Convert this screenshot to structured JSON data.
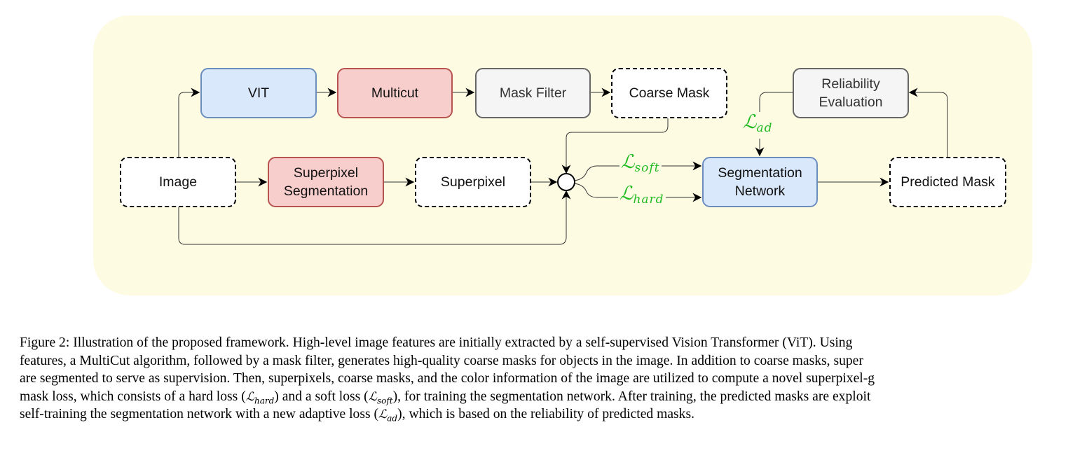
{
  "diagram": {
    "nodes": {
      "vit": "VIT",
      "multicut": "Multicut",
      "mask_filter": "Mask Filter",
      "coarse_mask": "Coarse Mask",
      "reliability": "Reliability\nEvaluation",
      "image": "Image",
      "superpixel_seg": "Superpixel\nSegmentation",
      "superpixel": "Superpixel",
      "seg_network": "Segmentation\nNetwork",
      "predicted_mask": "Predicted Mask"
    },
    "losses": {
      "ad": {
        "symbol": "ℒ",
        "sub": "ad"
      },
      "soft": {
        "symbol": "ℒ",
        "sub": "soft"
      },
      "hard": {
        "symbol": "ℒ",
        "sub": "hard"
      }
    },
    "colors": {
      "panel": "#fefbe3",
      "blue_fill": "#dae8fc",
      "red_fill": "#f8cecc",
      "gray_fill": "#f5f5f5",
      "loss_text": "#22bb22"
    }
  },
  "caption": {
    "line1": "Figure 2: Illustration of the proposed framework. High-level image features are initially extracted by a self-supervised Vision Transformer (ViT). Using",
    "line2": "features, a MultiCut algorithm, followed by a mask filter, generates high-quality coarse masks for objects in the image. In addition to coarse masks, super",
    "line3": "are segmented to serve as supervision. Then, superpixels, coarse masks, and the color information of the image are utilized to compute a novel superpixel-g",
    "line4a": "mask loss, which consists of a hard loss (",
    "line4b": ") and a soft loss (",
    "line4c": "), for training the segmentation network. After training, the predicted masks are exploit",
    "line5a": "self-training the segmentation network with a new adaptive loss (",
    "line5b": "), which is based on the reliability of predicted masks.",
    "sym": "ℒ",
    "sub_hard": "hard",
    "sub_soft": "soft",
    "sub_ad": "ad"
  }
}
